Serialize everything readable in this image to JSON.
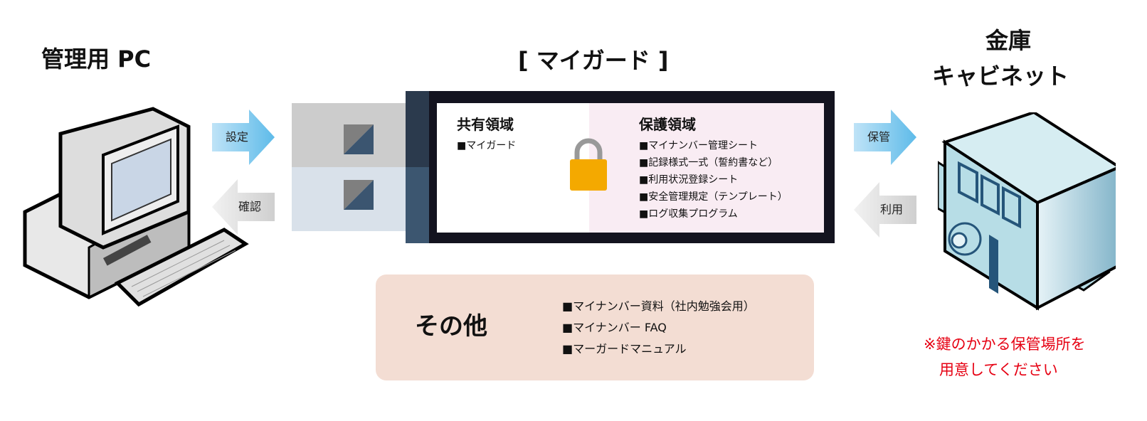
{
  "titles": {
    "pc": "管理用 PC",
    "myguard": "[ マイガード ]",
    "safe_line1": "金庫",
    "safe_line2": "キャビネット"
  },
  "arrows": {
    "setting": "設定",
    "confirm": "確認",
    "store": "保管",
    "use": "利用"
  },
  "shared": {
    "heading": "共有領域",
    "items": [
      "■マイガード"
    ]
  },
  "protected": {
    "heading": "保護領域",
    "items": [
      "■マイナンバー管理シート",
      "■記録様式一式（誓約書など）",
      "■利用状況登録シート",
      "■安全管理規定（テンプレート）",
      "■ログ収集プログラム"
    ]
  },
  "other": {
    "heading": "その他",
    "items": [
      "■マイナンバー資料（社内勉強会用）",
      "■マイナンバー FAQ",
      "■マーガードマニュアル"
    ]
  },
  "note": {
    "line1": "※鍵のかかる保管場所を",
    "line2": "用意してください"
  },
  "colors": {
    "note_red": "#e60012",
    "lock": "#f4a900",
    "protected_bg": "#f9ecf3",
    "other_bg": "#f3ddd3"
  }
}
